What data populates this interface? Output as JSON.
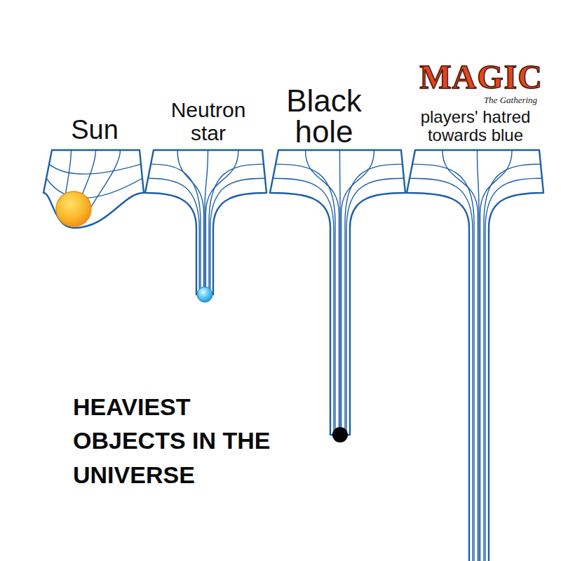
{
  "diagram": {
    "title": "HEAVIEST OBJECTS IN THE UNIVERSE",
    "labels": [
      "Sun",
      "Neutron star",
      "Black hole",
      "MAGIC",
      "The Gathering",
      "players' hatred towards blue"
    ]
  }
}
